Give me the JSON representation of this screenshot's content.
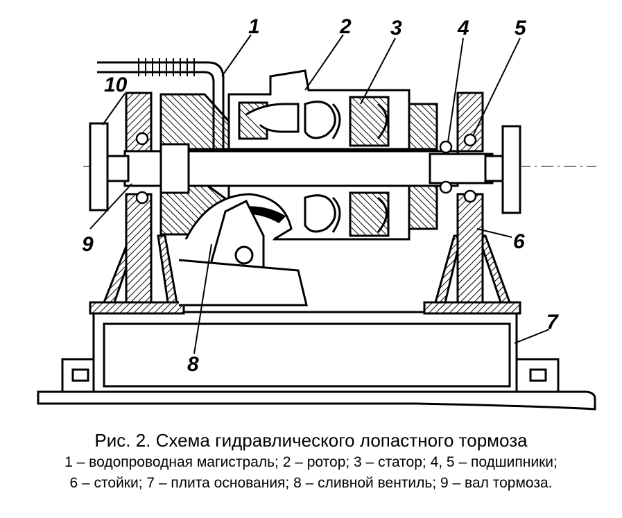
{
  "figure": {
    "callouts": [
      "1",
      "2",
      "3",
      "4",
      "5",
      "6",
      "7",
      "8",
      "9",
      "10"
    ]
  },
  "caption": {
    "title": "Рис. 2. Схема гидравлического лопастного тормоза",
    "line1": "1 – водопроводная магистраль; 2 – ротор; 3 – статор; 4, 5 – подшипники;",
    "line2": "6 – стойки;  7 – плита основания;  8 – сливной вентиль;  9 – вал тормоза."
  }
}
